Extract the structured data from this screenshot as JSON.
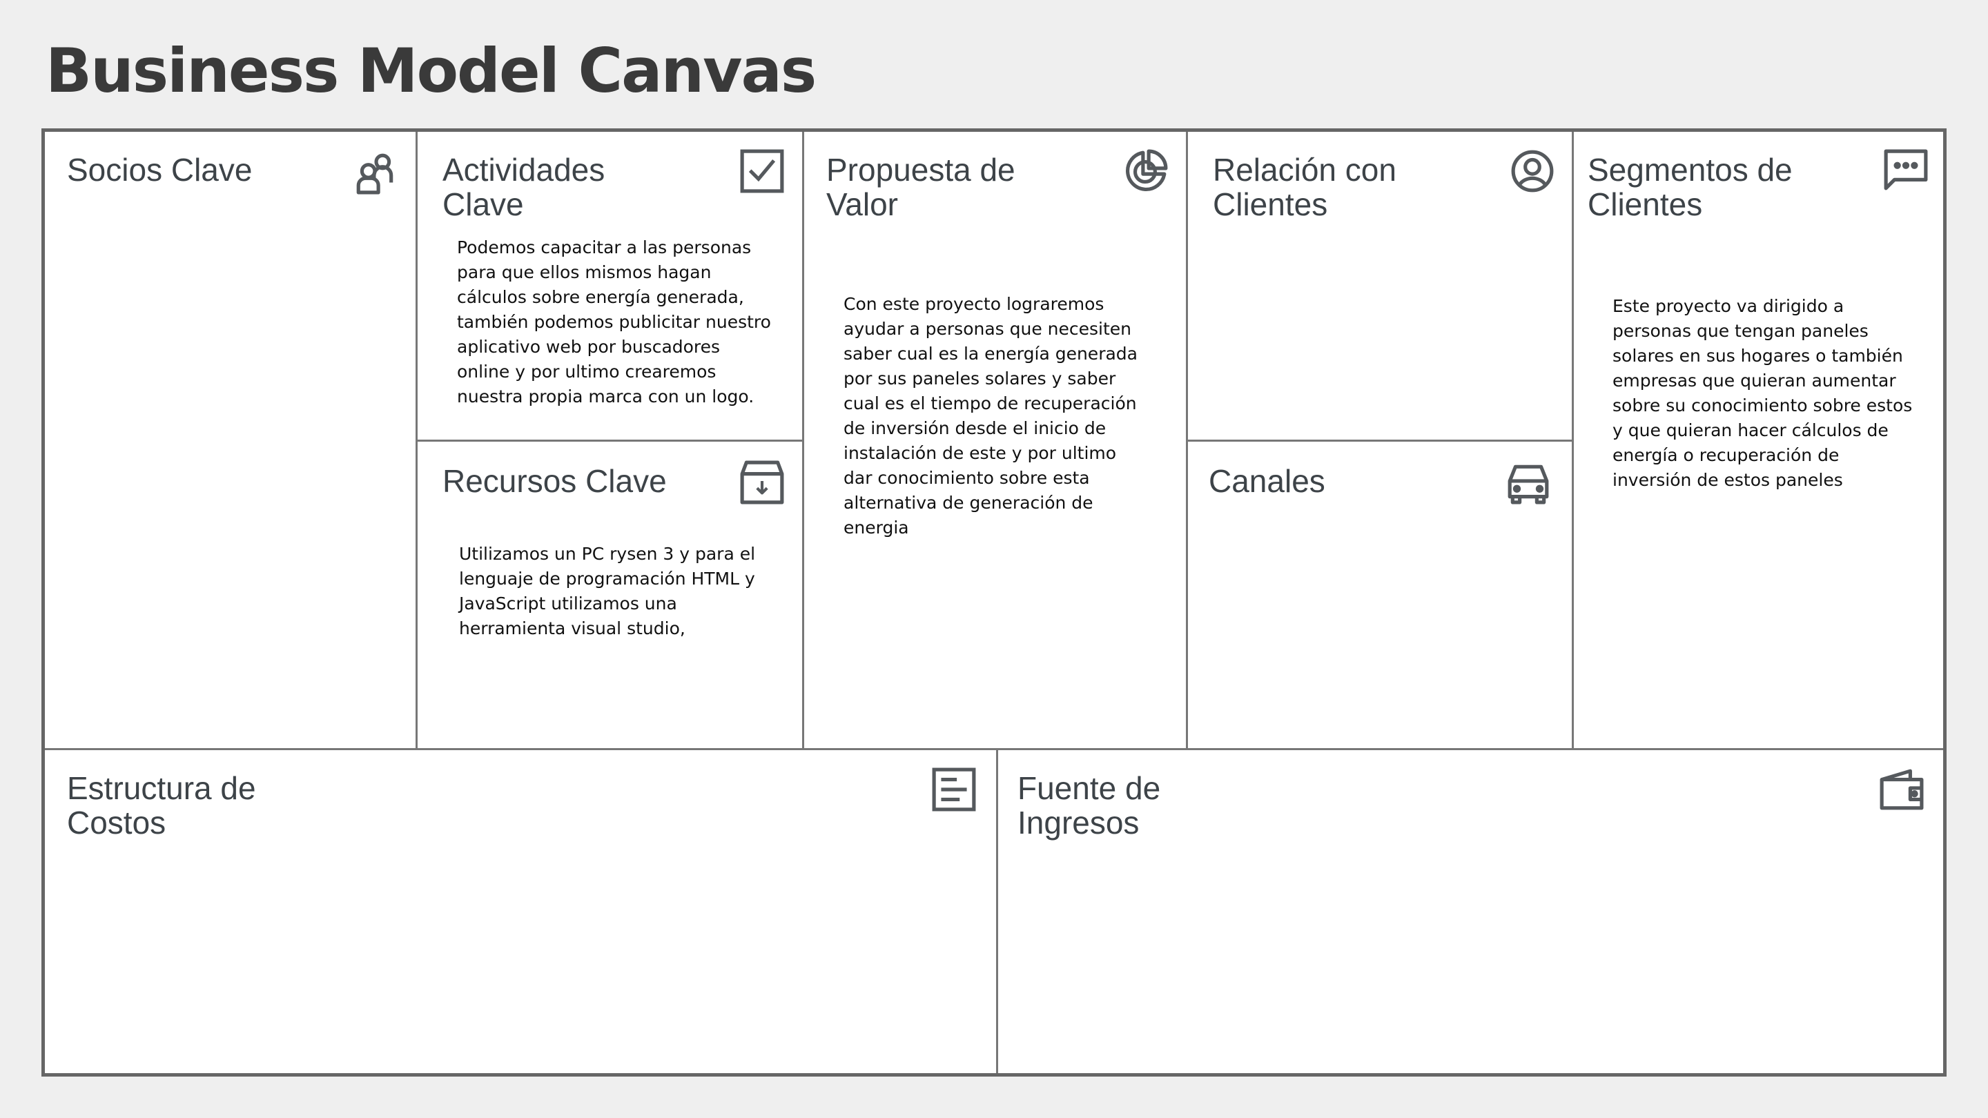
{
  "page": {
    "title": "Business Model Canvas"
  },
  "blocks": {
    "socios": {
      "title": "Socios Clave",
      "icon": "partners-icon",
      "text": ""
    },
    "actividades": {
      "title": "Actividades\nClave",
      "icon": "checkbox-icon",
      "text": "Podemos capacitar a las personas para que ellos mismos hagan cálculos sobre energía generada, también podemos publicitar nuestro aplicativo web por buscadores online y por ultimo crearemos nuestra propia marca con un logo."
    },
    "recursos": {
      "title": "Recursos Clave",
      "icon": "archive-box-icon",
      "text": "Utilizamos un PC rysen 3 y para el lenguaje de programación HTML y JavaScript utilizamos una herramienta visual studio,"
    },
    "propuesta": {
      "title": "Propuesta de\nValor",
      "icon": "pie-chart-icon",
      "text": "Con este proyecto lograremos ayudar a personas que necesiten saber cual es la energía generada por sus paneles solares y saber cual es el tiempo de recuperación de inversión desde el inicio de instalación de este y por ultimo dar conocimiento sobre esta alternativa de generación de energia"
    },
    "relacion": {
      "title": "Relación con\nClientes",
      "icon": "user-circle-icon",
      "text": ""
    },
    "canales": {
      "title": "Canales",
      "icon": "car-icon",
      "text": ""
    },
    "segmentos": {
      "title": "Segmentos de\nClientes",
      "icon": "chat-bubble-icon",
      "text": "Este proyecto va dirigido a personas que tengan paneles solares en sus hogares o también empresas que quieran aumentar sobre su conocimiento sobre estos y que quieran hacer cálculos de energía o recuperación de inversión de estos paneles"
    },
    "costos": {
      "title": "Estructura de\nCostos",
      "icon": "document-lines-icon",
      "text": ""
    },
    "ingresos": {
      "title": "Fuente de\nIngresos",
      "icon": "wallet-icon",
      "text": ""
    }
  },
  "colors": {
    "background": "#efefef",
    "board": "#ffffff",
    "border": "#666666",
    "title_text": "#3d4348",
    "body_text": "#111111",
    "icon_stroke": "#55595d"
  }
}
